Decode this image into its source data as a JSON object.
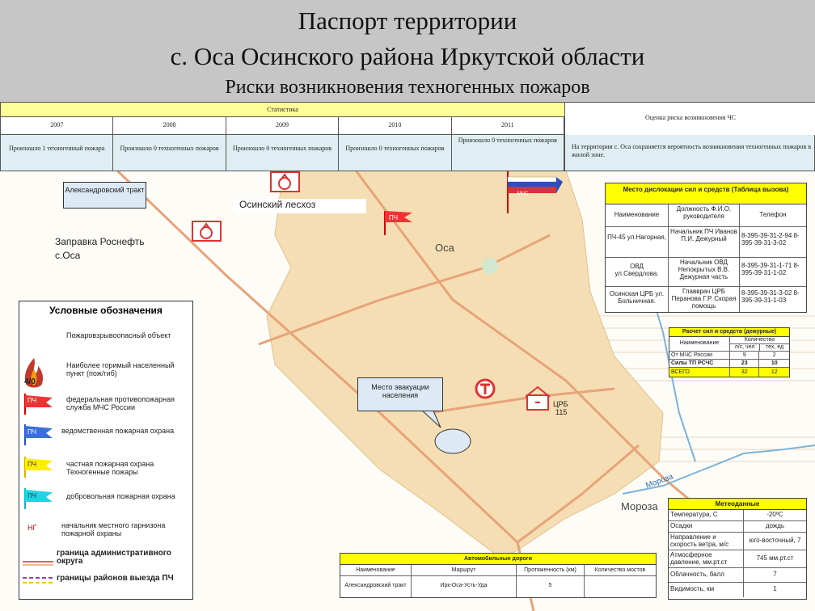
{
  "header": {
    "title_line1": "Паспорт территории",
    "title_line2": "с. Оса Осинского района Иркутской области",
    "subtitle": "Риски возникновения техногенных пожаров"
  },
  "statistics": {
    "title": "Статистика",
    "years": [
      "2007",
      "2008",
      "2009",
      "2010",
      "2011"
    ],
    "events": [
      "Произошло 1 техногенный пожара",
      "Произошло 0 техногенных пожаров",
      "Произошло 0 техногенных пожаров",
      "Произошло 0 техногенных пожаров",
      "Произошло 0 техногенных пожаров"
    ],
    "risk_header": "Оценка риска возникновения ЧС",
    "risk_text": "На территории с. Оса сохраняется вероятность возникновения техногенных пожаров в жилой зоне."
  },
  "map": {
    "labels": {
      "aleksandrovsky_trakt": "Александровский тракт",
      "osinsky_leskhoz": "Осинский лесхоз",
      "zapravka": "Заправка Роснефть с.Оса",
      "osa": "Оса",
      "moroza_river": "Мороза",
      "moroza_village": "Мороза",
      "evacuation": "Место эвакуации населения",
      "crb": "ЦРБ",
      "crb_num": "115",
      "pch": "ПЧ",
      "mchs": "МЧС"
    },
    "colors": {
      "settlement": "#f5deb3",
      "road": "#e8a37a",
      "river": "#7bb3d9",
      "background": "#fefcf7"
    }
  },
  "legend": {
    "title": "Условные обозначения",
    "fire_count": "4/0",
    "items": [
      "Пожаровзрывоопасный объект",
      "Наиболее горимый населенный пункт (пож/гиб)",
      "федеральная противопожарная служба МЧС России",
      "ведомственная пожарная охрана",
      "частная пожарная охрана Техногенные пожары",
      "добровольная пожарная охрана",
      "начальник местного гарнизона пожарной охраны",
      "граница административного округа",
      "границы районов выезда ПЧ"
    ],
    "flag_labels": [
      "ПЧ",
      "ПЧ",
      "ПЧ",
      "ПЧ",
      "НГ"
    ]
  },
  "forces_table": {
    "title": "Место дислокации сил и средств (Таблица вызова)",
    "headers": [
      "Наименование",
      "Должность Ф.И.О. руководителя",
      "Телефон"
    ],
    "rows": [
      {
        "name": "ПЧ-45 ул.Нагорная,",
        "person": "Начальник ПЧ Иванов П.И. Дежурный",
        "phone": "8-395-39-31-2-94 8-395-39-31-3-02"
      },
      {
        "name": "ОВД ул.Свердлова.",
        "person": "Начальник ОВД Непокрытых В.В. Дежурная часть",
        "phone": "8-395-39-31-1-71 8-395-39-31-1-02"
      },
      {
        "name": "Осинская ЦРБ ул. Больничная.",
        "person": "Главврач ЦРБ Перанова Г.Р. Скорая помощь",
        "phone": "8-395-39-31-3-02 8-395-39-31-1-03"
      }
    ]
  },
  "duty_table": {
    "title": "Расчет сил и средств (дежурные)",
    "headers": [
      "Наименование",
      "Количество",
      "л/с, чел",
      "тех, ед"
    ],
    "rows": [
      {
        "name": "От МЧС России",
        "ls": "9",
        "tech": "2"
      },
      {
        "name": "Силы ТП РСЧС",
        "ls": "23",
        "tech": "10"
      },
      {
        "name": "ВСЕГО",
        "ls": "32",
        "tech": "12"
      }
    ]
  },
  "meteo_table": {
    "title": "Метеоданные",
    "rows": [
      {
        "param": "Температура, С",
        "value": "-20ºС"
      },
      {
        "param": "Осадки",
        "value": "дождь"
      },
      {
        "param": "Направление и скорость ветра, м/с",
        "value": "юго-восточный, 7"
      },
      {
        "param": "Атмосферное давление, мм.рт.ст",
        "value": "745 мм.рт.ст"
      },
      {
        "param": "Облачность, балл",
        "value": "7"
      },
      {
        "param": "Видимость, км",
        "value": "1"
      }
    ]
  },
  "roads_table": {
    "title": "Автомобильные дороги",
    "headers": [
      "Наименование",
      "Маршрут",
      "Протяженность (км)",
      "Количество мостов"
    ],
    "rows": [
      {
        "name": "Александровский тракт",
        "route": "Ирк-Оса-Усть-Уда",
        "length": "5",
        "bridges": ""
      }
    ]
  }
}
